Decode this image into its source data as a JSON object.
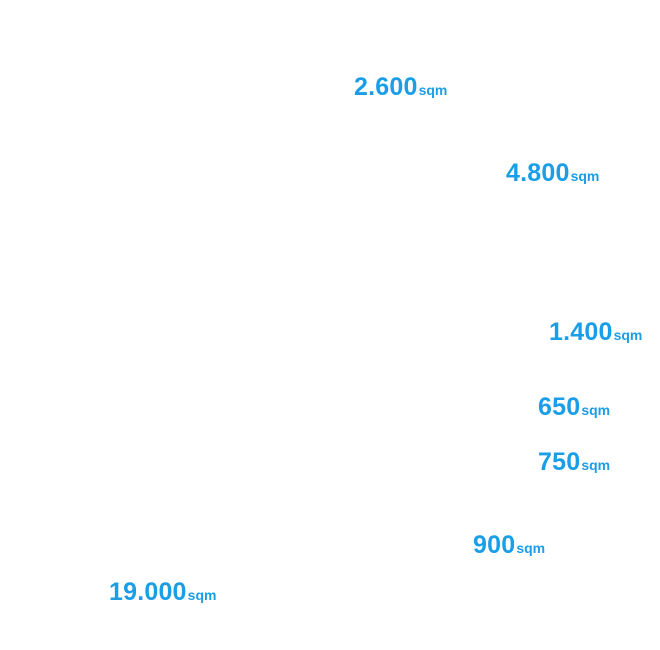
{
  "theme": {
    "label_color": "#1a9ee8",
    "background": "#ffffff"
  },
  "area_labels": [
    {
      "value": "2.600",
      "unit": "sqm"
    },
    {
      "value": "4.800",
      "unit": "sqm"
    },
    {
      "value": "1.400",
      "unit": "sqm"
    },
    {
      "value": "650",
      "unit": "sqm"
    },
    {
      "value": "750",
      "unit": "sqm"
    },
    {
      "value": "900",
      "unit": "sqm"
    },
    {
      "value": "19.000",
      "unit": "sqm"
    }
  ]
}
